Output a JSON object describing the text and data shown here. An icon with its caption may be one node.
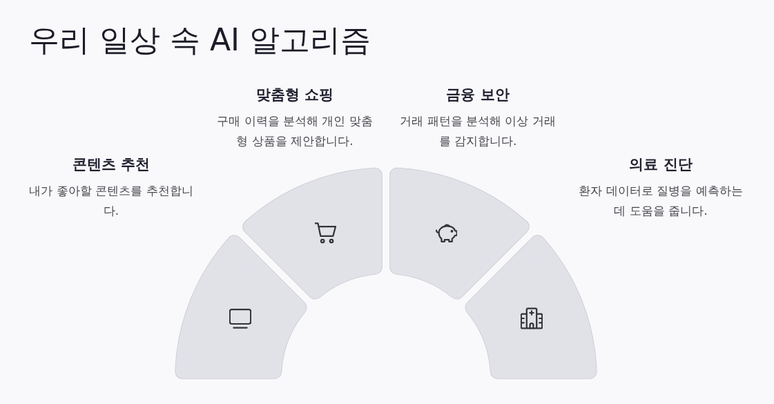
{
  "diagram": {
    "title": "우리 일상 속 AI 알고리즘",
    "nodes": [
      {
        "text": [
          "콘텐츠 추천",
          "내가 좋아할 콘텐츠를 추천합니다."
        ]
      },
      {
        "text": [
          "맞춤형 쇼핑",
          "구매 이력을 분석해 개인 맞춤형 상품을 제안합니다."
        ]
      },
      {
        "text": [
          "금융 보안",
          "거래 패턴을 분석해 이상 거래를 감지합니다."
        ]
      },
      {
        "text": [
          "의료 진단",
          "환자 데이터로 질병을 예측하는 데 도움을 줍니다."
        ]
      }
    ]
  }
}
